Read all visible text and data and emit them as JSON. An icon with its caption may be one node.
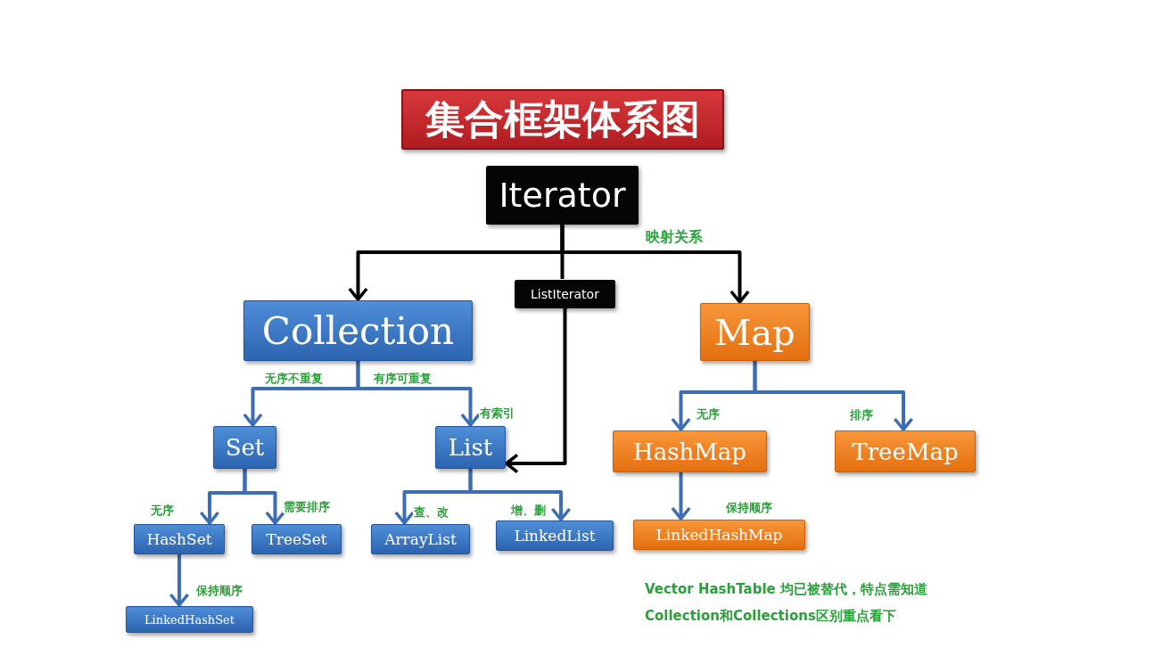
{
  "diagram": {
    "title": "集合框架体系图",
    "nodes": [
      {
        "text": [
          "Iterator"
        ]
      },
      {
        "text": [
          "ListIterator"
        ]
      },
      {
        "text": [
          "Collection"
        ]
      },
      {
        "text": [
          "Map"
        ]
      },
      {
        "text": [
          "Set"
        ]
      },
      {
        "text": [
          "List"
        ],
        "beside": [
          "有索引"
        ]
      },
      {
        "text": [
          "HashSet"
        ]
      },
      {
        "text": [
          "TreeSet"
        ]
      },
      {
        "text": [
          "ArrayList"
        ]
      },
      {
        "text": [
          "LinkedList"
        ]
      },
      {
        "text": [
          "LinkedHashSet"
        ]
      },
      {
        "text": [
          "HashMap"
        ]
      },
      {
        "text": [
          "TreeMap"
        ]
      },
      {
        "text": [
          "LinkedHashMap"
        ]
      }
    ],
    "edges": [
      {
        "from": 0,
        "to": 2,
        "arrow": "to",
        "color": "#000000"
      },
      {
        "from": 0,
        "to": 3,
        "arrow": "to",
        "label": "映射关系",
        "color": "#000000"
      },
      {
        "from": 0,
        "to": 1,
        "arrow": "none",
        "color": "#000000"
      },
      {
        "from": 1,
        "to": 5,
        "arrow": "to",
        "color": "#000000"
      },
      {
        "from": 2,
        "to": 4,
        "arrow": "to",
        "label": "无序不重复"
      },
      {
        "from": 2,
        "to": 5,
        "arrow": "to",
        "label": "有序可重复"
      },
      {
        "from": 4,
        "to": 6,
        "arrow": "to",
        "label": "无序"
      },
      {
        "from": 4,
        "to": 7,
        "arrow": "to",
        "label": "需要排序"
      },
      {
        "from": 5,
        "to": 8,
        "arrow": "to",
        "label": "查、改"
      },
      {
        "from": 5,
        "to": 9,
        "arrow": "to",
        "label": "增、删"
      },
      {
        "from": 6,
        "to": 10,
        "arrow": "to",
        "label": "保持顺序"
      },
      {
        "from": 3,
        "to": 11,
        "arrow": "to",
        "label": "无序"
      },
      {
        "from": 3,
        "to": 12,
        "arrow": "to",
        "label": "排序"
      },
      {
        "from": 11,
        "to": 13,
        "arrow": "to",
        "label": "保持顺序"
      }
    ],
    "labels": [
      "Vector HashTable 均已被替代，特点需知道",
      "Collection和Collections区别重点看下"
    ]
  }
}
